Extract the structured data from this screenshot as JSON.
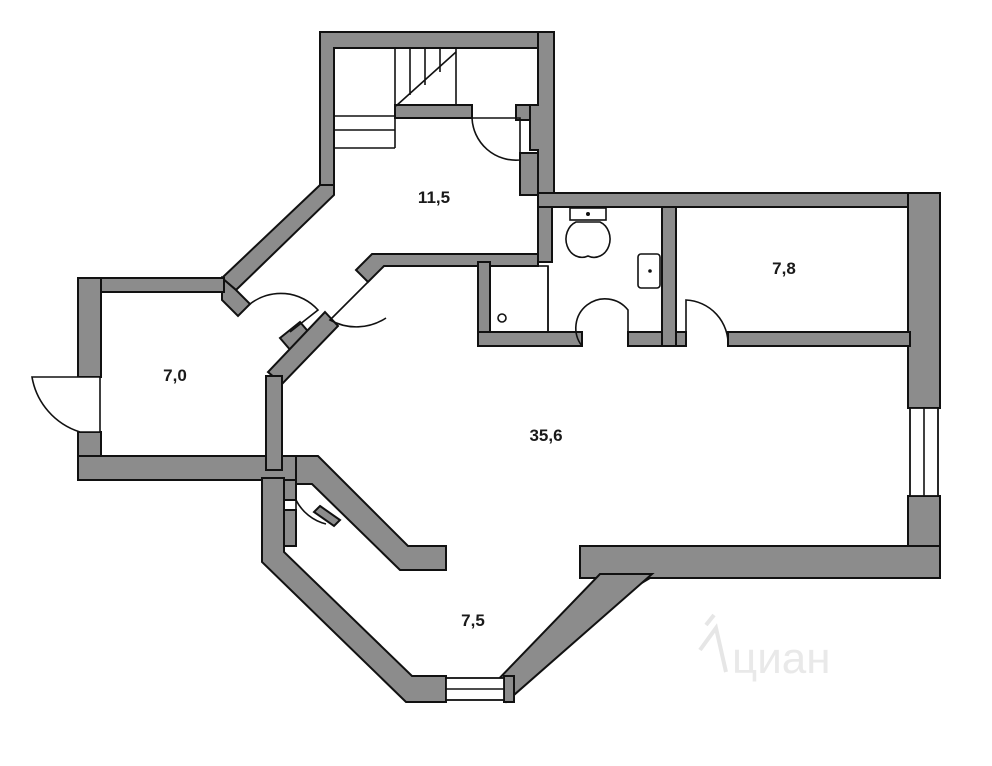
{
  "rooms": [
    {
      "id": "hall-stair",
      "area": "11,5"
    },
    {
      "id": "entry",
      "area": "7,0"
    },
    {
      "id": "living",
      "area": "35,6"
    },
    {
      "id": "bedroom",
      "area": "7,8"
    },
    {
      "id": "bay",
      "area": "7,5"
    }
  ],
  "watermark": {
    "brand": "циан"
  }
}
